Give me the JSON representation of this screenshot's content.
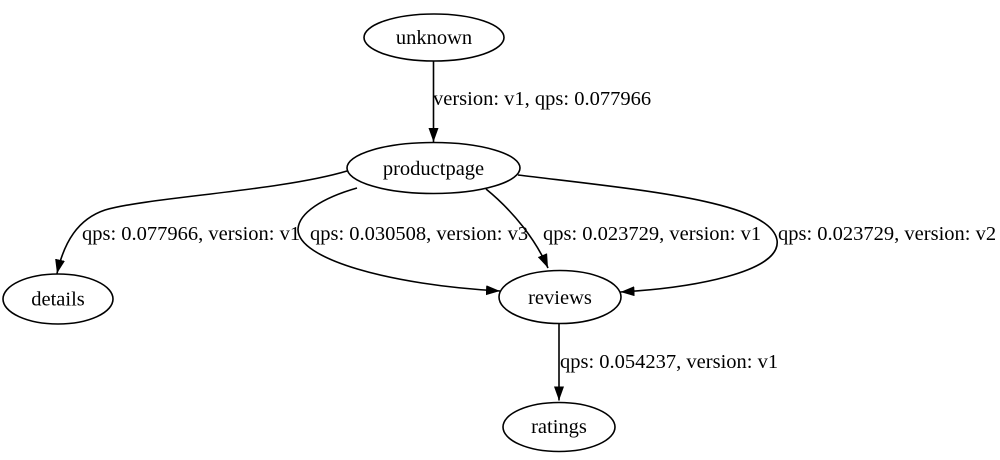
{
  "colors": {
    "background": "#ffffff",
    "stroke": "#000000",
    "text": "#000000"
  },
  "graph": {
    "nodes": [
      {
        "id": "unknown",
        "label": "unknown"
      },
      {
        "id": "productpage",
        "label": "productpage"
      },
      {
        "id": "details",
        "label": "details"
      },
      {
        "id": "reviews",
        "label": "reviews"
      },
      {
        "id": "ratings",
        "label": "ratings"
      }
    ],
    "edges": [
      {
        "from": "unknown",
        "to": "productpage",
        "label": "version: v1, qps: 0.077966"
      },
      {
        "from": "productpage",
        "to": "details",
        "label": "qps: 0.077966, version: v1"
      },
      {
        "from": "productpage",
        "to": "reviews",
        "label": "qps: 0.030508, version: v3"
      },
      {
        "from": "productpage",
        "to": "reviews",
        "label": "qps: 0.023729, version: v1"
      },
      {
        "from": "productpage",
        "to": "reviews",
        "label": "qps: 0.023729, version: v2"
      },
      {
        "from": "reviews",
        "to": "ratings",
        "label": "qps: 0.054237, version: v1"
      }
    ]
  }
}
